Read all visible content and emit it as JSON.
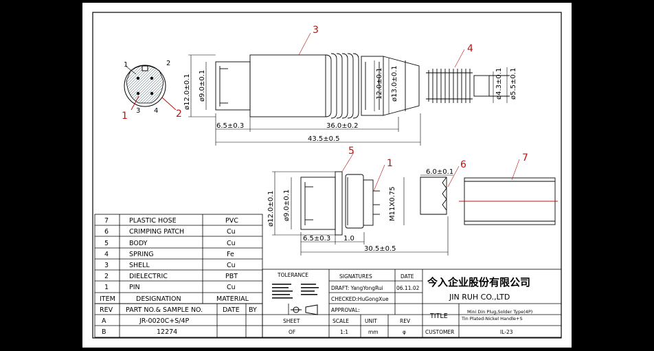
{
  "drawing": {
    "balloons": [
      "3",
      "4",
      "1",
      "2",
      "1",
      "3",
      "4",
      "2",
      "5",
      "1",
      "6",
      "7"
    ],
    "dims_top": {
      "d12": "ø12.0±0.1",
      "d9": "ø9.0±0.1",
      "len65": "6.5±0.3",
      "len36": "36.0±0.2",
      "len435": "43.5±0.5",
      "d12b": "12.0±0.1",
      "d13": "ø13.0±0.1",
      "d43": "ø4.3±0.1",
      "d55": "ø5.5±0.1"
    },
    "dims_bottom": {
      "d12": "ø12.0±0.1",
      "d9": "ø9.0±0.1",
      "thread": "M11X0.75",
      "len65": "6.5±0.3",
      "len10": "1.0",
      "len305": "30.5±0.5",
      "len60": "6.0±0.1"
    }
  },
  "bom": {
    "rows": [
      {
        "item": "7",
        "designation": "PLASTIC HOSE",
        "material": "PVC"
      },
      {
        "item": "6",
        "designation": "CRIMPING PATCH",
        "material": "Cu"
      },
      {
        "item": "5",
        "designation": "BODY",
        "material": "Cu"
      },
      {
        "item": "4",
        "designation": "SPRING",
        "material": "Fe"
      },
      {
        "item": "3",
        "designation": "SHELL",
        "material": "Cu"
      },
      {
        "item": "2",
        "designation": "DIELECTRIC",
        "material": "PBT"
      },
      {
        "item": "1",
        "designation": "PIN",
        "material": "Cu"
      }
    ],
    "headers": {
      "item": "ITEM",
      "designation": "DESIGNATION",
      "material": "MATERIAL"
    }
  },
  "revision": {
    "headers": {
      "rev": "REV",
      "part": "PART NO.& SAMPLE NO.",
      "date": "DATE",
      "by": "BY"
    },
    "rows": [
      {
        "rev": "A",
        "part": "JR-0020C+S/4P"
      },
      {
        "rev": "B",
        "part": "12274"
      }
    ]
  },
  "title_block": {
    "tolerance": "TOLERANCE",
    "signatures": "SIGNATURES",
    "date_h": "DATE",
    "draft": "DRAFT: YangYongRui",
    "draft_date": "06.11.02",
    "checked": "CHECKED:HuGongXue",
    "approval": "APPROVAL:",
    "company_cn": "今入企业股份有限公司",
    "company_en": "JIN  RUH  CO.,LTD",
    "title_label": "TITLE",
    "title_text1": "Mini Din Plug,Solder Type(4P)",
    "title_text2": "Tin Plated-Nickel Handle+S",
    "sheet": "SHEET",
    "scale": "SCALE",
    "unit": "UNIT",
    "rev": "REV",
    "sheet_val": "OF",
    "scale_val": "1:1",
    "unit_val": "mm",
    "rev_val": "φ",
    "customer": "CUSTOMER",
    "drawing_no": "IL-23"
  }
}
